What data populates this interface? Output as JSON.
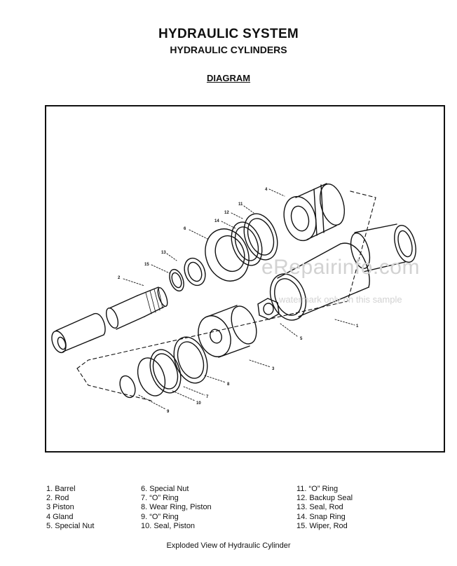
{
  "header": {
    "title": "HYDRAULIC SYSTEM",
    "subtitle": "HYDRAULIC CYLINDERS",
    "section": "DIAGRAM"
  },
  "legend": {
    "col1": [
      "1. Barrel",
      "2. Rod",
      "3 Piston",
      "4 Gland",
      "5. Special Nut"
    ],
    "col2": [
      "6. Special Nut",
      "7. “O” Ring",
      "8. Wear Ring, Piston",
      "9. “O” Ring",
      "10. Seal, Piston"
    ],
    "col3": [
      "11. “O” Ring",
      "12. Backup Seal",
      "13. Seal, Rod",
      "14. Snap Ring",
      "15. Wiper, Rod"
    ]
  },
  "callouts": [
    "1",
    "2",
    "3",
    "4",
    "5",
    "6",
    "7",
    "8",
    "9",
    "10",
    "11",
    "12",
    "13",
    "14",
    "15"
  ],
  "caption": "Exploded View of Hydraulic Cylinder",
  "watermark": {
    "main": "eRepairinfo.com",
    "sub": "watermark only on this sample"
  }
}
